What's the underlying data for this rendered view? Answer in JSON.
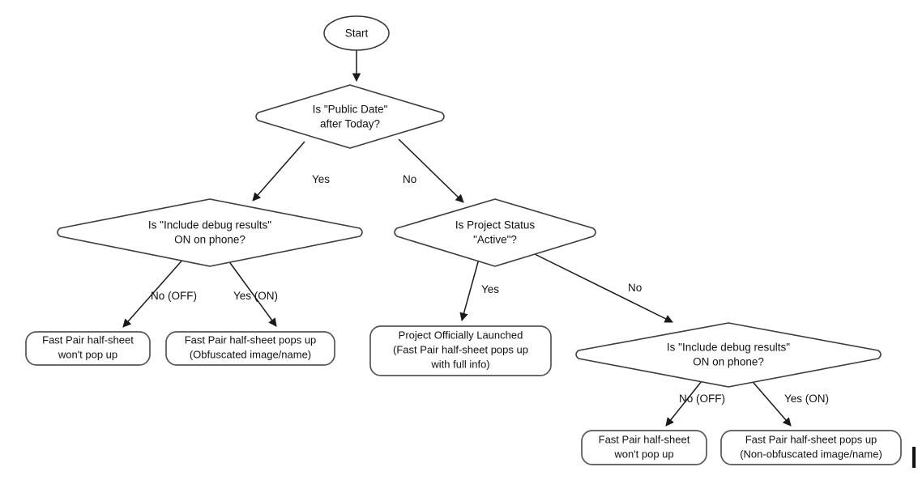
{
  "diagram": {
    "type": "flowchart",
    "title": "Fast Pair half-sheet visibility decision flow",
    "background_color": "#ffffff",
    "stroke_color": "#3c3c3c",
    "text_color": "#111111"
  },
  "nodes": {
    "start": {
      "shape": "ellipse",
      "label": "Start"
    },
    "decision_public_date": {
      "shape": "diamond",
      "line1": "Is \"Public Date\"",
      "line2": "after Today?"
    },
    "decision_debug_left": {
      "shape": "diamond",
      "line1": "Is \"Include debug results\"",
      "line2": "ON on phone?"
    },
    "decision_project_status": {
      "shape": "diamond",
      "line1": "Is Project Status",
      "line2": "\"Active\"?"
    },
    "decision_debug_right": {
      "shape": "diamond",
      "line1": "Is \"Include debug results\"",
      "line2": "ON on phone?"
    },
    "terminal_left_off": {
      "shape": "rounded-rect",
      "line1": "Fast Pair half-sheet",
      "line2": "won't pop up"
    },
    "terminal_left_on": {
      "shape": "rounded-rect",
      "line1": "Fast Pair half-sheet pops up",
      "line2": "(Obfuscated image/name)"
    },
    "terminal_launched": {
      "shape": "rounded-rect",
      "line1": "Project Officially Launched",
      "line2": "(Fast Pair half-sheet pops up",
      "line3": "with full info)"
    },
    "terminal_right_off": {
      "shape": "rounded-rect",
      "line1": "Fast Pair half-sheet",
      "line2": "won't pop up"
    },
    "terminal_right_on": {
      "shape": "rounded-rect",
      "line1": "Fast Pair half-sheet pops up",
      "line2": "(Non-obfuscated image/name)"
    }
  },
  "edges": {
    "start_to_public_date": {
      "label": ""
    },
    "public_date_yes": {
      "label": "Yes"
    },
    "public_date_no": {
      "label": "No"
    },
    "debug_left_off": {
      "label": "No (OFF)"
    },
    "debug_left_on": {
      "label": "Yes (ON)"
    },
    "project_status_yes": {
      "label": "Yes"
    },
    "project_status_no": {
      "label": "No"
    },
    "debug_right_off": {
      "label": "No (OFF)"
    },
    "debug_right_on": {
      "label": "Yes (ON)"
    }
  }
}
